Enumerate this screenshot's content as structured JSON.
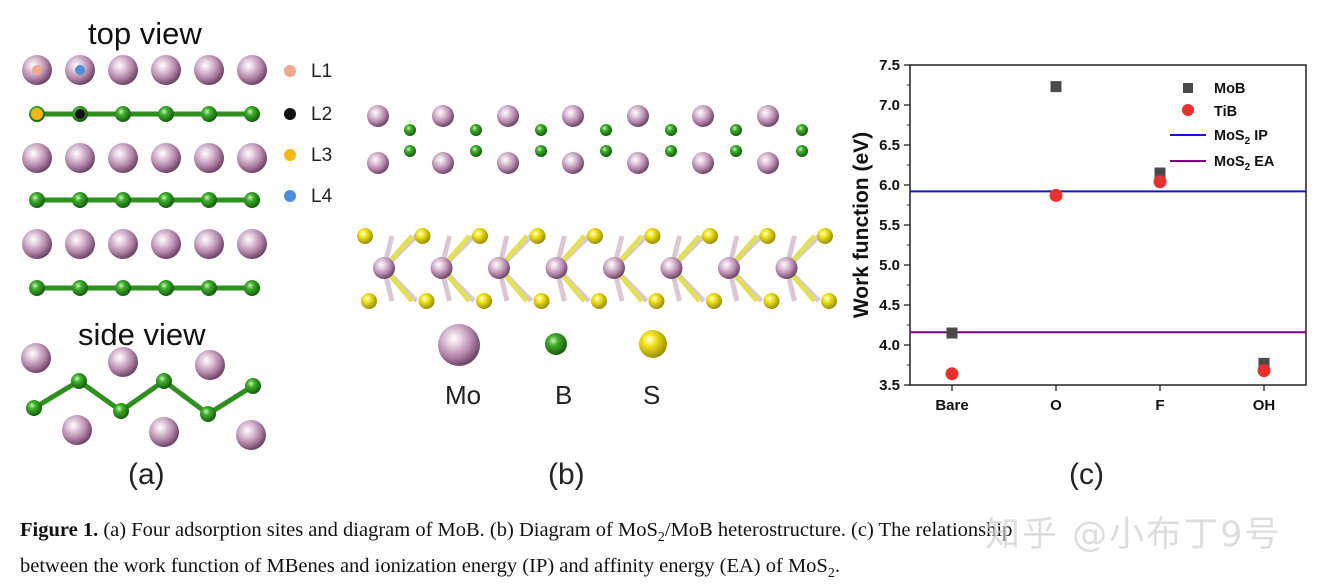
{
  "panel_a": {
    "top_view_title": "top view",
    "side_view_title": "side view",
    "label": "(a)",
    "sites": [
      {
        "name": "L1",
        "color": "#f2a88f"
      },
      {
        "name": "L2",
        "color": "#111111"
      },
      {
        "name": "L3",
        "color": "#f4b719"
      },
      {
        "name": "L4",
        "color": "#4d8fd6"
      }
    ]
  },
  "panel_b": {
    "label": "(b)",
    "legend": [
      {
        "element": "Mo",
        "color": "#b98bb0"
      },
      {
        "element": "B",
        "color": "#2e9a22"
      },
      {
        "element": "S",
        "color": "#f0e21a"
      }
    ]
  },
  "panel_c": {
    "label": "(c)"
  },
  "chart_data": {
    "type": "scatter",
    "categories": [
      "Bare",
      "O",
      "F",
      "OH"
    ],
    "ylabel": "Work function (eV)",
    "xlabel": "",
    "ylim": [
      3.5,
      7.5
    ],
    "yticks": [
      "3.5",
      "4.0",
      "4.5",
      "5.0",
      "5.5",
      "6.0",
      "6.5",
      "7.0",
      "7.5"
    ],
    "series": [
      {
        "name": "MoB",
        "marker": "square",
        "color": "#4a4a4a",
        "values": [
          4.15,
          7.23,
          6.15,
          3.77
        ]
      },
      {
        "name": "TiB",
        "marker": "circle",
        "color": "#e8312f",
        "values": [
          3.64,
          5.87,
          6.04,
          3.68
        ]
      }
    ],
    "reference_lines": [
      {
        "name": "MoS2 IP",
        "color": "#1515c8",
        "value": 5.92
      },
      {
        "name": "MoS2 EA",
        "color": "#800080",
        "value": 4.16
      }
    ],
    "legend_position": "top-right",
    "grid": false
  },
  "caption": {
    "fig_label": "Figure 1.",
    "text_line1_a": " (a) Four adsorption sites and diagram of MoB. (b) Diagram of MoS",
    "text_line1_b": "/MoB heterostructure. (c) The relationship",
    "text_line2_a": "between the work function of MBenes and ionization energy (IP) and affinity energy (EA) of MoS",
    "text_line2_b": ".",
    "subscript": "2"
  },
  "watermark": "知乎 @小布丁9号"
}
